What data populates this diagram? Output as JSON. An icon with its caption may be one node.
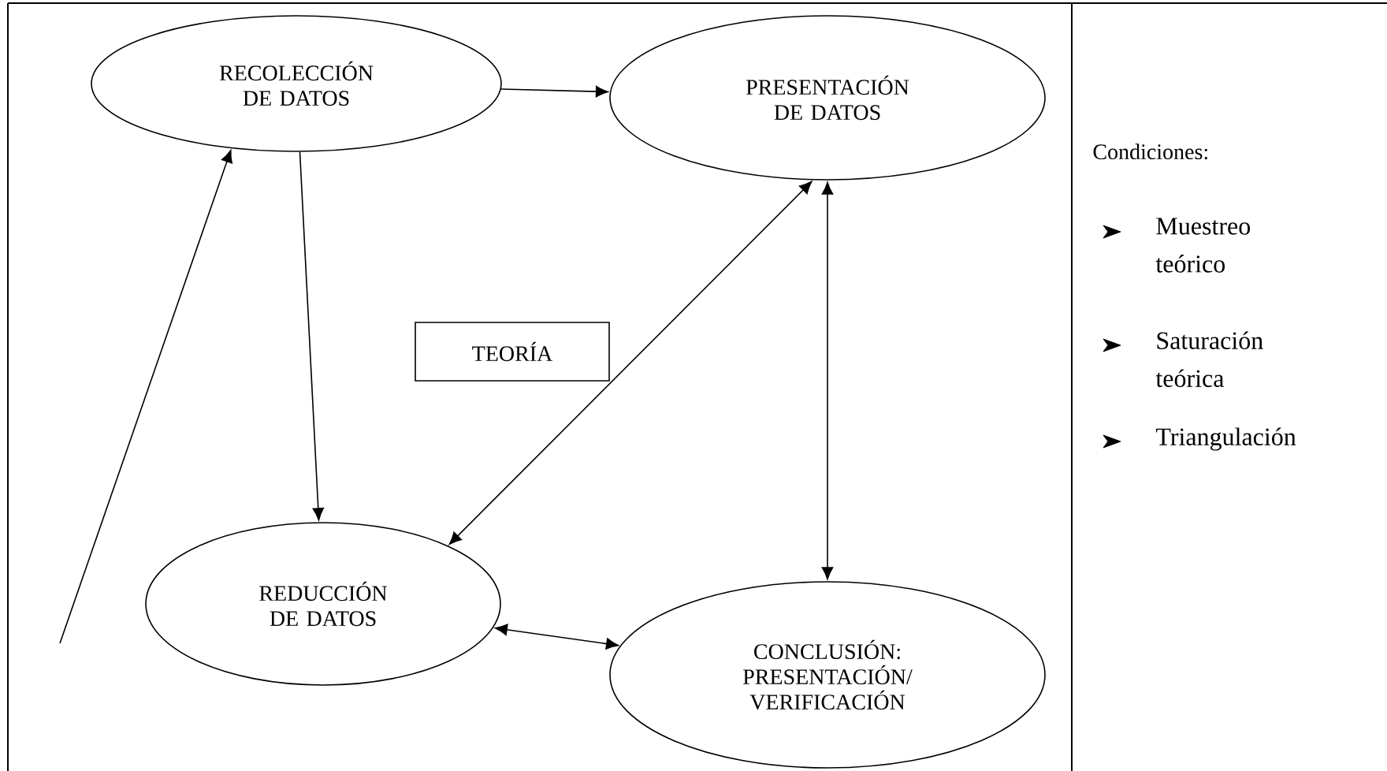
{
  "diagram": {
    "nodes": [
      {
        "text": [
          "RECOLECCIÓN DE DATOS"
        ]
      },
      {
        "text": [
          "PRESENTACIÓN DE DATOS"
        ]
      },
      {
        "text": [
          "TEORÍA"
        ]
      },
      {
        "text": [
          "REDUCCIÓN DE DATOS"
        ]
      },
      {
        "text": [
          "CONCLUSIÓN: PRESENTACIÓN/ VERIFICACIÓN"
        ]
      }
    ],
    "edges": [
      {
        "from": 0,
        "to": 1,
        "arrow": "to"
      },
      {
        "from": 0,
        "to": 3,
        "arrow": "to"
      },
      {
        "from": 1,
        "to": 3,
        "arrow": "both"
      },
      {
        "from": 1,
        "to": 4,
        "arrow": "both"
      },
      {
        "from": 3,
        "to": 4,
        "arrow": "both"
      },
      {
        "from": null,
        "to": 0,
        "arrow": "to"
      }
    ],
    "labels": [
      "Condiciones:",
      "Muestreo teórico",
      "Saturación teórica",
      "Triangulación"
    ]
  }
}
